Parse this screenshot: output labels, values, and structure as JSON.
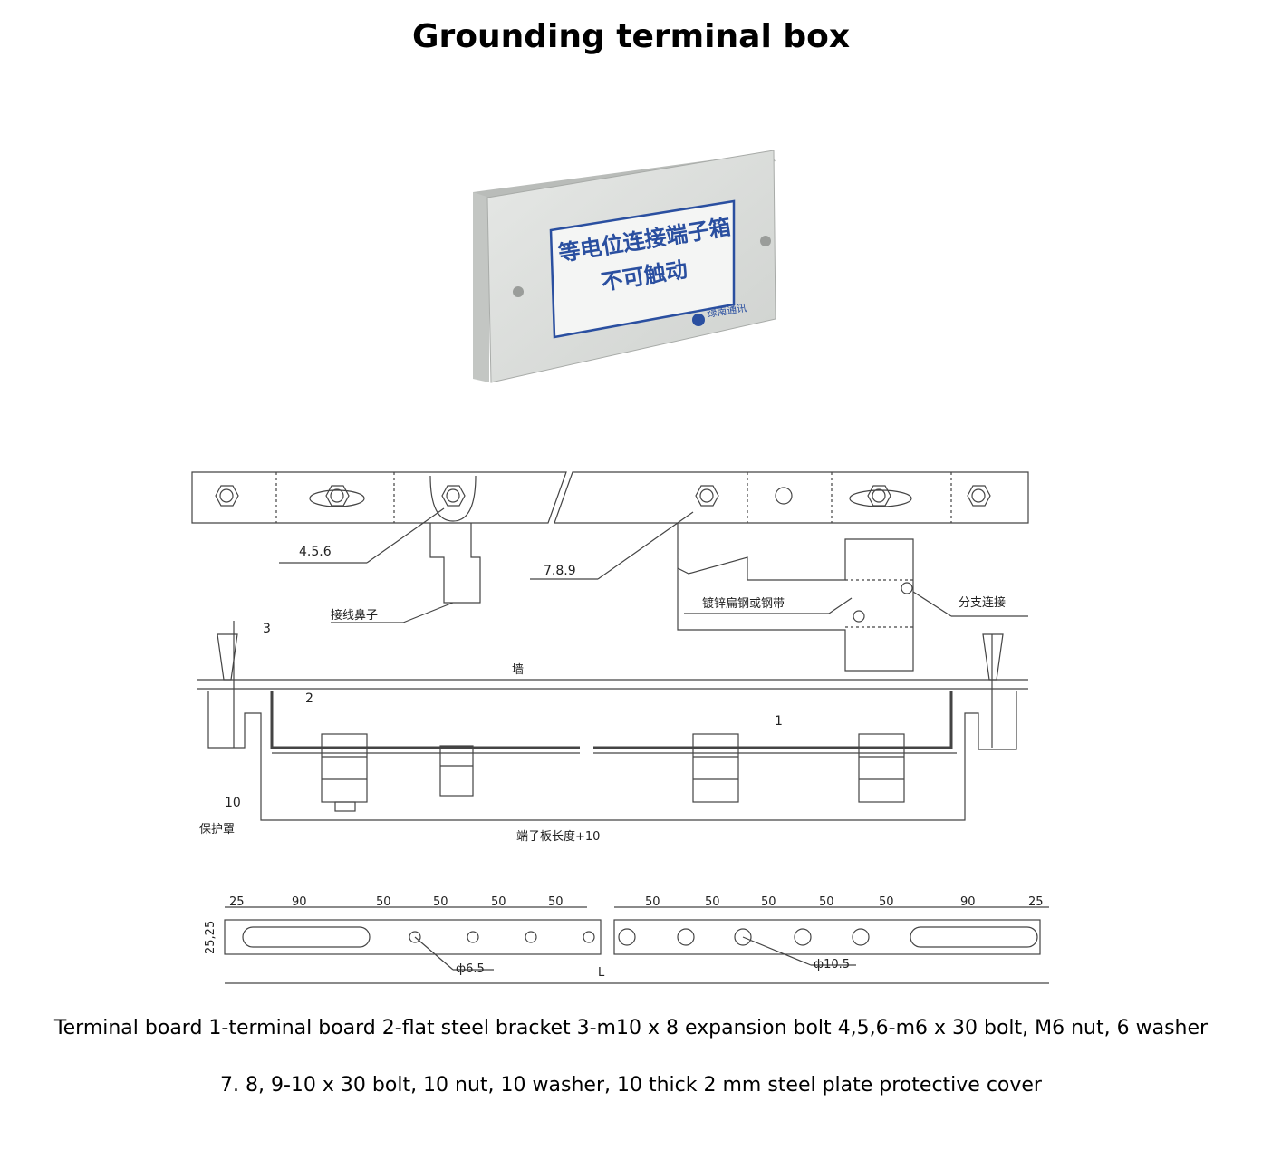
{
  "title": "Grounding terminal box",
  "photo": {
    "sign_line1": "等电位连接端子箱",
    "sign_line2": "不可触动",
    "brand": "绿南通讯",
    "colors": {
      "box": "#d9dcd9",
      "sign_blue": "#2a4fa0"
    }
  },
  "drawing": {
    "callouts": {
      "c456": "4.5.6",
      "c789": "7.8.9",
      "c3": "3",
      "c2": "2",
      "c1": "1",
      "c10": "10"
    },
    "cn_labels": {
      "lug": "接线鼻子",
      "galv": "镀锌扁钢或钢带",
      "branch": "分支连接",
      "wall": "墙",
      "cover": "保护罩",
      "length": "端子板长度+10"
    },
    "dims_left": [
      "25",
      "90",
      "50",
      "50",
      "50",
      "50"
    ],
    "dims_right": [
      "50",
      "50",
      "50",
      "50",
      "50",
      "90",
      "25"
    ],
    "side_dim": "25,25",
    "hole_small": "ф6.5",
    "hole_large": "ф10.5",
    "length_mark": "L"
  },
  "caption": {
    "line1": "Terminal board 1-terminal board 2-flat steel bracket 3-m10 x 8 expansion bolt 4,5,6-m6 x 30 bolt, M6 nut, 6 washer",
    "line2": "7. 8, 9-10 x 30 bolt, 10 nut, 10 washer, 10 thick 2 mm steel plate protective cover"
  }
}
